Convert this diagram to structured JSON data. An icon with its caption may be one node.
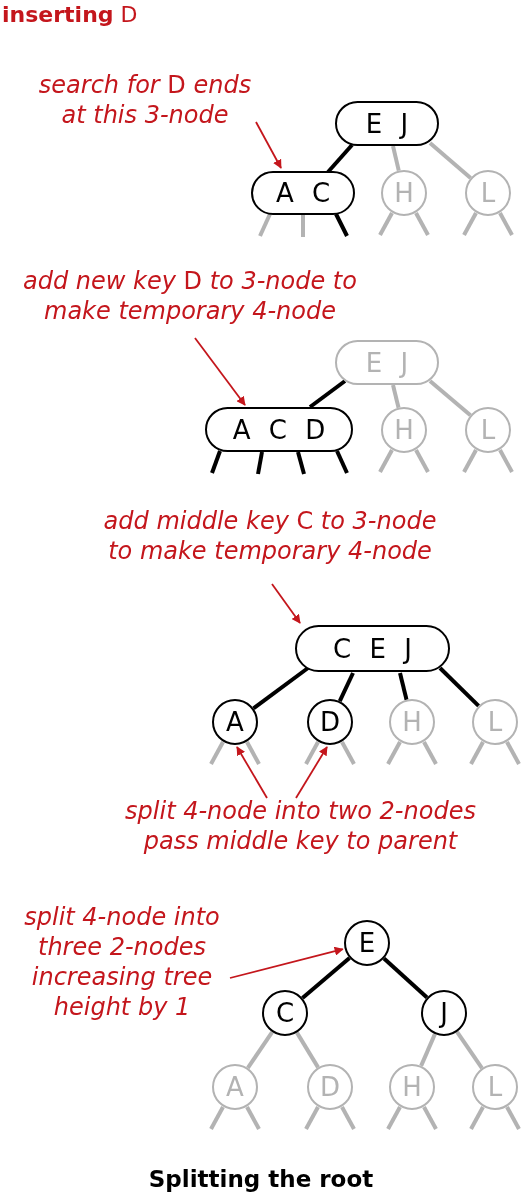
{
  "diagram": {
    "title": "**inserting** D",
    "caption": "Splitting the root",
    "nodes": [
      {
        "text": [
          "*search for* D *ends at this 3-node*"
        ]
      },
      {
        "text": [
          "E J"
        ]
      },
      {
        "text": [
          "A C"
        ]
      },
      {
        "text": [
          "H"
        ]
      },
      {
        "text": [
          "L"
        ]
      },
      {
        "text": [
          "*add new key* D *to 3-node to make temporary 4-node*"
        ]
      },
      {
        "text": [
          "E J"
        ]
      },
      {
        "text": [
          "A C D"
        ]
      },
      {
        "text": [
          "H"
        ]
      },
      {
        "text": [
          "L"
        ]
      },
      {
        "text": [
          "*add middle key* C *to 3-node to make temporary 4-node*"
        ]
      },
      {
        "text": [
          "C E J"
        ]
      },
      {
        "text": [
          "A"
        ]
      },
      {
        "text": [
          "D"
        ]
      },
      {
        "text": [
          "H"
        ]
      },
      {
        "text": [
          "L"
        ]
      },
      {
        "text": [
          "*split 4-node into two 2-nodes pass middle key to parent*"
        ]
      },
      {
        "text": [
          "*split 4-node into three 2-nodes increasing tree height by 1*"
        ]
      },
      {
        "text": [
          "E"
        ]
      },
      {
        "text": [
          "C"
        ]
      },
      {
        "text": [
          "J"
        ]
      },
      {
        "text": [
          "A"
        ]
      },
      {
        "text": [
          "D"
        ]
      },
      {
        "text": [
          "H"
        ]
      },
      {
        "text": [
          "L"
        ]
      }
    ],
    "edges": [
      {
        "from": 0,
        "to": 2,
        "arrow": "to",
        "color": "#c4161c"
      },
      {
        "from": 1,
        "to": 2,
        "arrow": "none",
        "color": "#000000"
      },
      {
        "from": 1,
        "to": 3,
        "arrow": "none"
      },
      {
        "from": 1,
        "to": 4,
        "arrow": "none"
      },
      {
        "from": 2,
        "to": null,
        "arrow": "none"
      },
      {
        "from": 2,
        "to": null,
        "arrow": "none"
      },
      {
        "from": 2,
        "to": null,
        "arrow": "none",
        "color": "#000000"
      },
      {
        "from": 3,
        "to": null,
        "arrow": "none"
      },
      {
        "from": 3,
        "to": null,
        "arrow": "none"
      },
      {
        "from": 4,
        "to": null,
        "arrow": "none"
      },
      {
        "from": 4,
        "to": null,
        "arrow": "none"
      },
      {
        "from": 5,
        "to": 7,
        "arrow": "to",
        "color": "#c4161c"
      },
      {
        "from": 6,
        "to": 7,
        "arrow": "none",
        "color": "#000000"
      },
      {
        "from": 6,
        "to": 8,
        "arrow": "none"
      },
      {
        "from": 6,
        "to": 9,
        "arrow": "none"
      },
      {
        "from": 7,
        "to": null,
        "arrow": "none",
        "color": "#000000"
      },
      {
        "from": 7,
        "to": null,
        "arrow": "none",
        "color": "#000000"
      },
      {
        "from": 7,
        "to": null,
        "arrow": "none",
        "color": "#000000"
      },
      {
        "from": 7,
        "to": null,
        "arrow": "none",
        "color": "#000000"
      },
      {
        "from": 8,
        "to": null,
        "arrow": "none"
      },
      {
        "from": 8,
        "to": null,
        "arrow": "none"
      },
      {
        "from": 9,
        "to": null,
        "arrow": "none"
      },
      {
        "from": 9,
        "to": null,
        "arrow": "none"
      },
      {
        "from": 10,
        "to": 11,
        "arrow": "to",
        "color": "#c4161c"
      },
      {
        "from": 11,
        "to": 12,
        "arrow": "none",
        "color": "#000000"
      },
      {
        "from": 11,
        "to": 13,
        "arrow": "none",
        "color": "#000000"
      },
      {
        "from": 11,
        "to": 14,
        "arrow": "none",
        "color": "#000000"
      },
      {
        "from": 11,
        "to": 15,
        "arrow": "none",
        "color": "#000000"
      },
      {
        "from": 12,
        "to": null,
        "arrow": "none"
      },
      {
        "from": 12,
        "to": null,
        "arrow": "none"
      },
      {
        "from": 13,
        "to": null,
        "arrow": "none"
      },
      {
        "from": 13,
        "to": null,
        "arrow": "none"
      },
      {
        "from": 14,
        "to": null,
        "arrow": "none"
      },
      {
        "from": 14,
        "to": null,
        "arrow": "none"
      },
      {
        "from": 15,
        "to": null,
        "arrow": "none"
      },
      {
        "from": 15,
        "to": null,
        "arrow": "none"
      },
      {
        "from": 16,
        "to": 12,
        "arrow": "to",
        "color": "#c4161c"
      },
      {
        "from": 16,
        "to": 13,
        "arrow": "to",
        "color": "#c4161c"
      },
      {
        "from": 17,
        "to": 18,
        "arrow": "to",
        "color": "#c4161c"
      },
      {
        "from": 18,
        "to": 19,
        "arrow": "none",
        "color": "#000000"
      },
      {
        "from": 18,
        "to": 20,
        "arrow": "none",
        "color": "#000000"
      },
      {
        "from": 19,
        "to": 21,
        "arrow": "none"
      },
      {
        "from": 19,
        "to": 22,
        "arrow": "none"
      },
      {
        "from": 20,
        "to": 23,
        "arrow": "none"
      },
      {
        "from": 20,
        "to": 24,
        "arrow": "none"
      },
      {
        "from": 21,
        "to": null,
        "arrow": "none"
      },
      {
        "from": 21,
        "to": null,
        "arrow": "none"
      },
      {
        "from": 22,
        "to": null,
        "arrow": "none"
      },
      {
        "from": 22,
        "to": null,
        "arrow": "none"
      },
      {
        "from": 23,
        "to": null,
        "arrow": "none"
      },
      {
        "from": 23,
        "to": null,
        "arrow": "none"
      },
      {
        "from": 24,
        "to": null,
        "arrow": "none"
      },
      {
        "from": 24,
        "to": null,
        "arrow": "none"
      }
    ]
  }
}
